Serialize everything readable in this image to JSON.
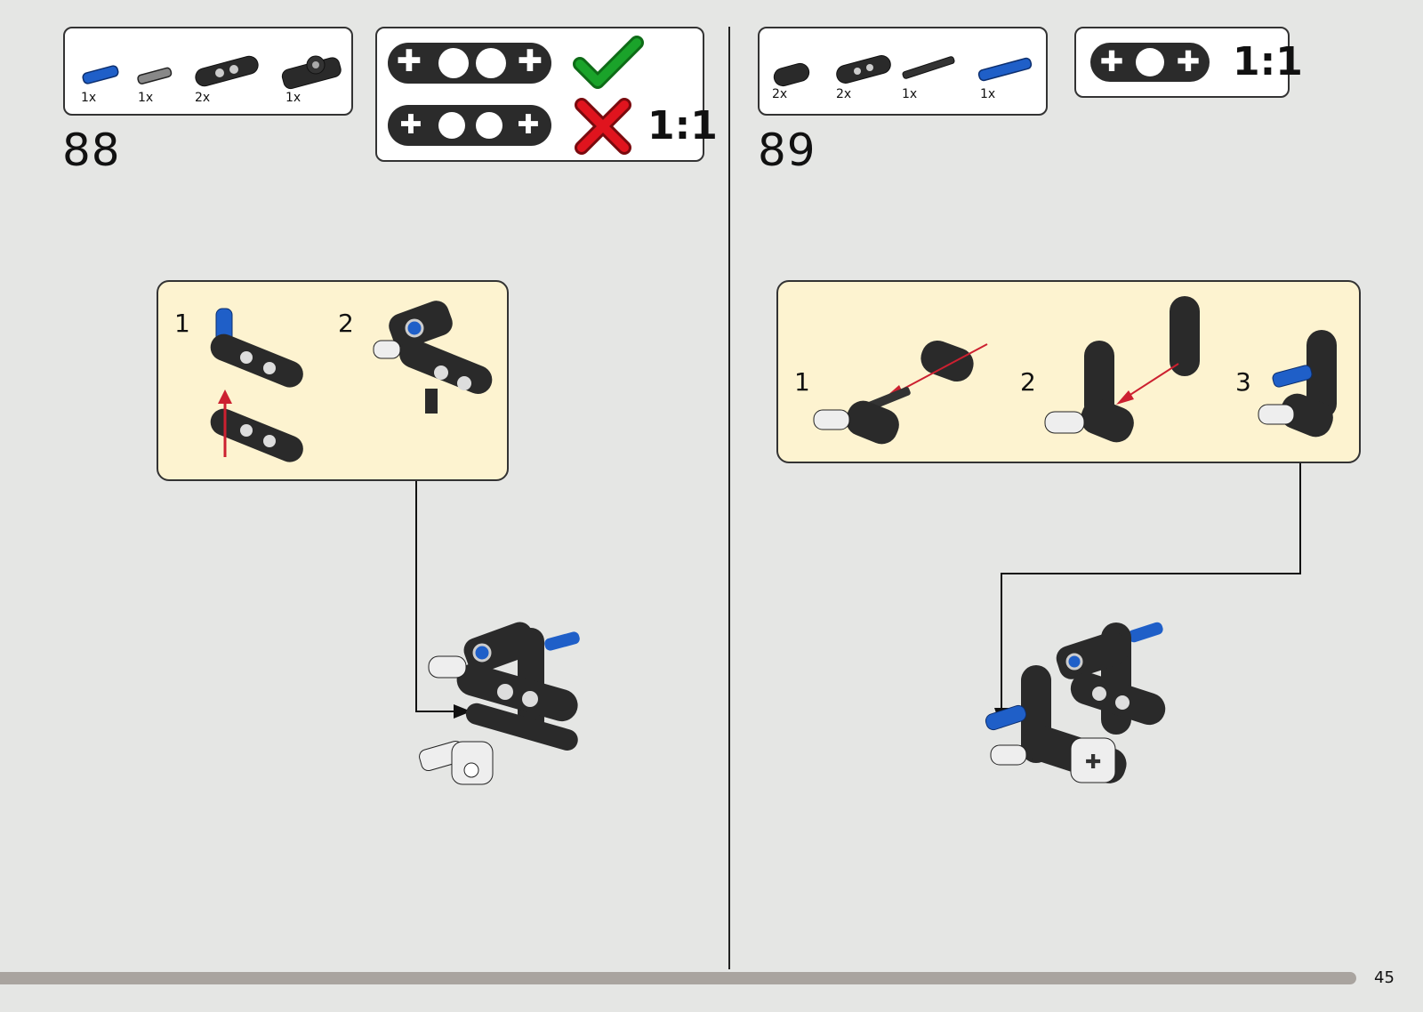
{
  "steps": [
    {
      "number": "88",
      "parts": [
        {
          "qty": "1x",
          "icon": "blue-axle-pin-icon"
        },
        {
          "qty": "1x",
          "icon": "grey-pin-icon"
        },
        {
          "qty": "2x",
          "icon": "liftarm-3-icon"
        },
        {
          "qty": "1x",
          "icon": "cross-block-icon"
        }
      ],
      "callout": {
        "ratio": "1:1"
      },
      "substeps": [
        "1",
        "2"
      ]
    },
    {
      "number": "89",
      "parts": [
        {
          "qty": "2x",
          "icon": "liftarm-2-icon"
        },
        {
          "qty": "2x",
          "icon": "liftarm-3-icon"
        },
        {
          "qty": "1x",
          "icon": "axle-icon"
        },
        {
          "qty": "1x",
          "icon": "blue-axle-pin-icon"
        }
      ],
      "callout": {
        "ratio": "1:1"
      },
      "substeps": [
        "1",
        "2",
        "3"
      ]
    }
  ],
  "page_number": "45",
  "colors": {
    "background": "#e5e6e4",
    "subassembly": "#fdf3d0",
    "blue_part": "#1f5fc8",
    "check": "#1aa32a",
    "cross": "#e0141e",
    "arrow": "#cc2030"
  }
}
